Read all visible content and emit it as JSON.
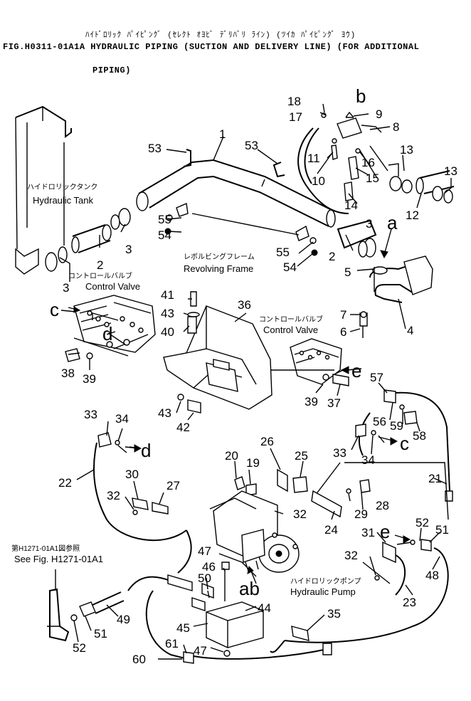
{
  "header": {
    "title_jp": "ﾊｲﾄﾞﾛﾘｯｸ ﾊﾟｲﾋﾟﾝｸﾞ (ｾﾚｸﾄ ｵﾖﾋﾞ ﾃﾞﾘﾊﾞﾘ ﾗｲﾝ) (ﾂｲｶ ﾊﾟｲﾋﾟﾝｸﾞ ﾖｳ)",
    "title_en": "FIG.H0311-01A1A HYDRAULIC PIPING (SUCTION AND DELIVERY LINE) (FOR ADDITIONAL",
    "title_en_cont": "PIPING)"
  },
  "labels": {
    "hydraulic_tank_jp": "ハイドロリックタンク",
    "hydraulic_tank": "Hydraulic Tank",
    "control_valve_left_jp": "コントロールバルブ",
    "control_valve_left": "Control Valve",
    "revolving_frame_jp": "レボルビングフレーム",
    "revolving_frame": "Revolving Frame",
    "control_valve_right_jp": "コントロールバルブ",
    "control_valve_right": "Control Valve",
    "hydraulic_pump_jp": "ハイドロリックポンプ",
    "hydraulic_pump": "Hydraulic Pump",
    "see_fig_jp": "第H1271-01A1図参照",
    "see_fig": "See Fig. H1271-01A1"
  },
  "connectors": {
    "a": "a",
    "b": "b",
    "c": "c",
    "d": "d",
    "e": "e",
    "ab": "ab"
  },
  "callouts": {
    "n1": "1",
    "n2a": "2",
    "n2b": "2",
    "n3a": "3",
    "n3b": "3",
    "n3c": "3",
    "n4": "4",
    "n5": "5",
    "n6": "6",
    "n7": "7",
    "n8": "8",
    "n9": "9",
    "n10": "10",
    "n11": "11",
    "n12": "12",
    "n13a": "13",
    "n13b": "13",
    "n14": "14",
    "n15": "15",
    "n16": "16",
    "n17": "17",
    "n18": "18",
    "n19": "19",
    "n20": "20",
    "n21": "21",
    "n22": "22",
    "n23": "23",
    "n24": "24",
    "n25": "25",
    "n26": "26",
    "n27": "27",
    "n28": "28",
    "n29": "29",
    "n30": "30",
    "n31": "31",
    "n32a": "32",
    "n32b": "32",
    "n32c": "32",
    "n33a": "33",
    "n33b": "33",
    "n34a": "34",
    "n34b": "34",
    "n35": "35",
    "n36": "36",
    "n37": "37",
    "n38": "38",
    "n39a": "39",
    "n39b": "39",
    "n40": "40",
    "n41": "41",
    "n42": "42",
    "n43a": "43",
    "n43b": "43",
    "n44": "44",
    "n45": "45",
    "n46": "46",
    "n47a": "47",
    "n47b": "47",
    "n48": "48",
    "n49": "49",
    "n50": "50",
    "n51a": "51",
    "n51b": "51",
    "n52a": "52",
    "n52b": "52",
    "n53a": "53",
    "n53b": "53",
    "n54a": "54",
    "n54b": "54",
    "n55a": "55",
    "n55b": "55",
    "n56": "56",
    "n57": "57",
    "n58": "58",
    "n59": "59",
    "n60": "60",
    "n61": "61"
  }
}
